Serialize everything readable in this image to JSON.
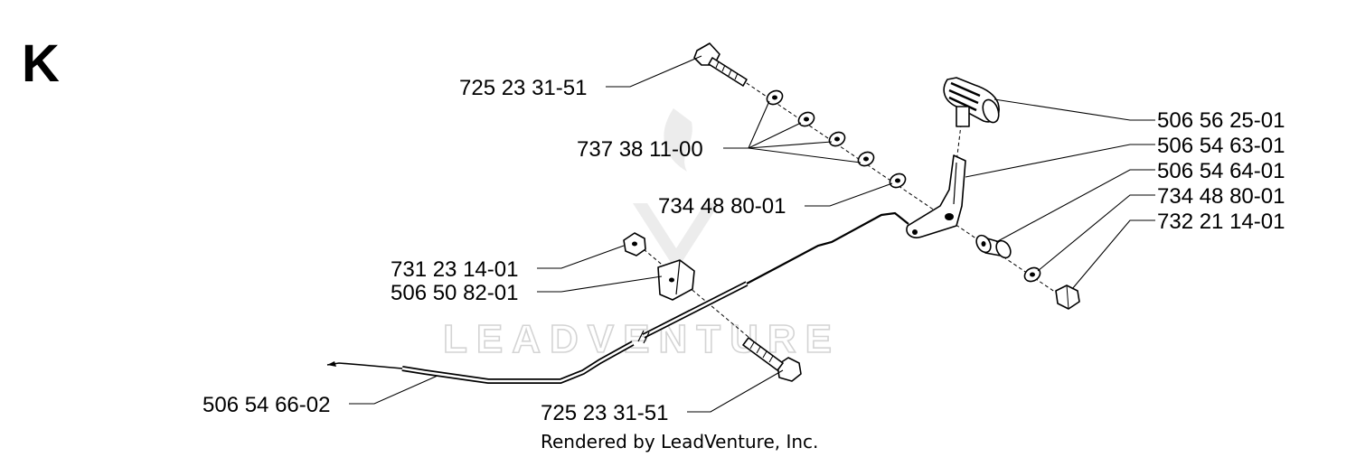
{
  "section_letter": "K",
  "watermark_text": "LEADVENTURE",
  "credit": "Rendered by LeadVenture, Inc.",
  "labels": [
    {
      "id": "bolt-top",
      "text": "725 23 31-51"
    },
    {
      "id": "washers",
      "text": "737 38 11-00"
    },
    {
      "id": "washer-single",
      "text": "734 48 80-01"
    },
    {
      "id": "nut-left",
      "text": "731 23 14-01"
    },
    {
      "id": "bracket",
      "text": "506 50 82-01"
    },
    {
      "id": "cable",
      "text": "506 54 66-02"
    },
    {
      "id": "bolt-bottom",
      "text": "725 23 31-51"
    },
    {
      "id": "knob",
      "text": "506 56 25-01"
    },
    {
      "id": "lever",
      "text": "506 54 63-01"
    },
    {
      "id": "spacer",
      "text": "506 54 64-01"
    },
    {
      "id": "washer-right",
      "text": "734 48 80-01"
    },
    {
      "id": "nut-right",
      "text": "732 21 14-01"
    }
  ]
}
